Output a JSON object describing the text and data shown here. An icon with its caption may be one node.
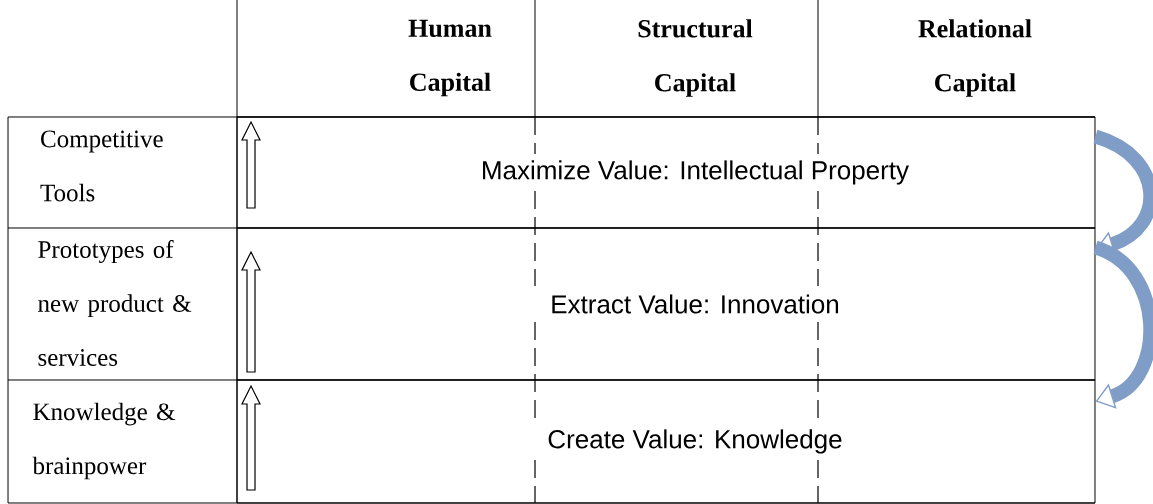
{
  "diagram": {
    "nodes": [
      {
        "text": [
          "Maximize Value: Intellectual Property"
        ]
      },
      {
        "text": [
          "Extract Value: Innovation"
        ]
      },
      {
        "text": [
          "Create Value: Knowledge"
        ]
      }
    ],
    "edges": [
      {
        "from": 0,
        "to": 1,
        "arrow": "to"
      },
      {
        "from": 1,
        "to": 2,
        "arrow": "to"
      }
    ],
    "labels": [
      "Human Capital",
      "Structural Capital",
      "Relational Capital",
      "Competitive Tools",
      "Prototypes of new product & services",
      "Knowledge & brainpower"
    ]
  }
}
